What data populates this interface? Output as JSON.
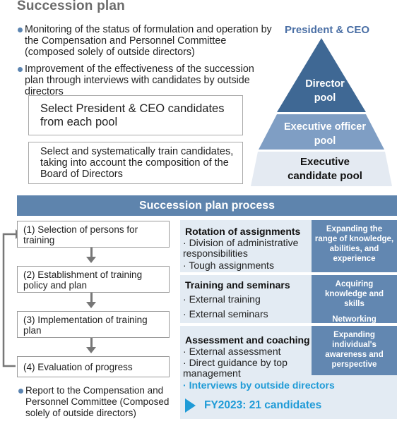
{
  "title": "Succession plan",
  "bullets": [
    "Monitoring of the status of formulation and operation by the Compensation and Personnel Committee (composed solely of outside directors)",
    "Improvement of the effectiveness of the succession plan through interviews with candidates by outside directors"
  ],
  "boxes": [
    "Select President & CEO candidates from each pool",
    "Select and systematically train candidates, taking into account the composition of the Board of Directors"
  ],
  "pyramid": {
    "top_label": "President & CEO",
    "director_pool": "Director pool",
    "executive_officer_pool": "Executive officer pool",
    "executive_candidate_pool": "Executive candidate pool"
  },
  "process_header": "Succession plan process",
  "steps": [
    "(1) Selection of persons for training",
    "(2) Establishment of training policy and plan",
    "(3) Implementation of training plan",
    "(4) Evaluation of progress"
  ],
  "report_note": "Report to the Compensation and Personnel Committee (Composed solely of outside directors)",
  "panels": {
    "rotation": {
      "heading": "Rotation of assignments",
      "items": [
        "Division of administrative responsibilities",
        "Tough assignments"
      ],
      "tag": "Expanding the range of knowledge, abilities, and experience"
    },
    "training": {
      "heading": "Training and seminars",
      "items": [
        "External training",
        "External seminars"
      ],
      "tag1": "Acquiring knowledge and skills",
      "tag2": "Networking"
    },
    "assessment": {
      "heading": "Assessment and coaching",
      "items": [
        "External assessment",
        "Direct guidance by top management"
      ],
      "highlight": "Interviews by outside directors",
      "tag": "Expanding individual's awareness and perspective",
      "fy": "FY2023: 21 candidates"
    }
  },
  "colors": {
    "accent": "#5e84ad",
    "pyramid_top": "#3f6894",
    "pyramid_mid": "#7f9ec4",
    "pyramid_bottom": "#e4eaf2",
    "highlight": "#1f9bd7"
  }
}
